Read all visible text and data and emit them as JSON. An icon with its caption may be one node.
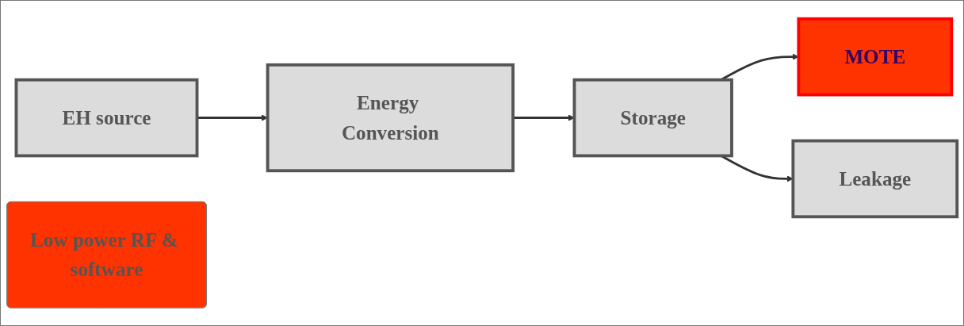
{
  "diagram": {
    "nodes": [
      {
        "text": [
          "EH source"
        ]
      },
      {
        "text": [
          "Energy Conversion"
        ]
      },
      {
        "text": [
          "Storage"
        ]
      },
      {
        "text": [
          "MOTE"
        ]
      },
      {
        "text": [
          "Leakage"
        ]
      },
      {
        "text": [
          "Low power RF & software"
        ]
      }
    ],
    "edges": [
      {
        "from": 0,
        "to": 1,
        "arrow": "to"
      },
      {
        "from": 1,
        "to": 2,
        "arrow": "to"
      },
      {
        "from": 2,
        "to": 3,
        "arrow": "to"
      },
      {
        "from": 2,
        "to": 4,
        "arrow": "to"
      }
    ]
  }
}
